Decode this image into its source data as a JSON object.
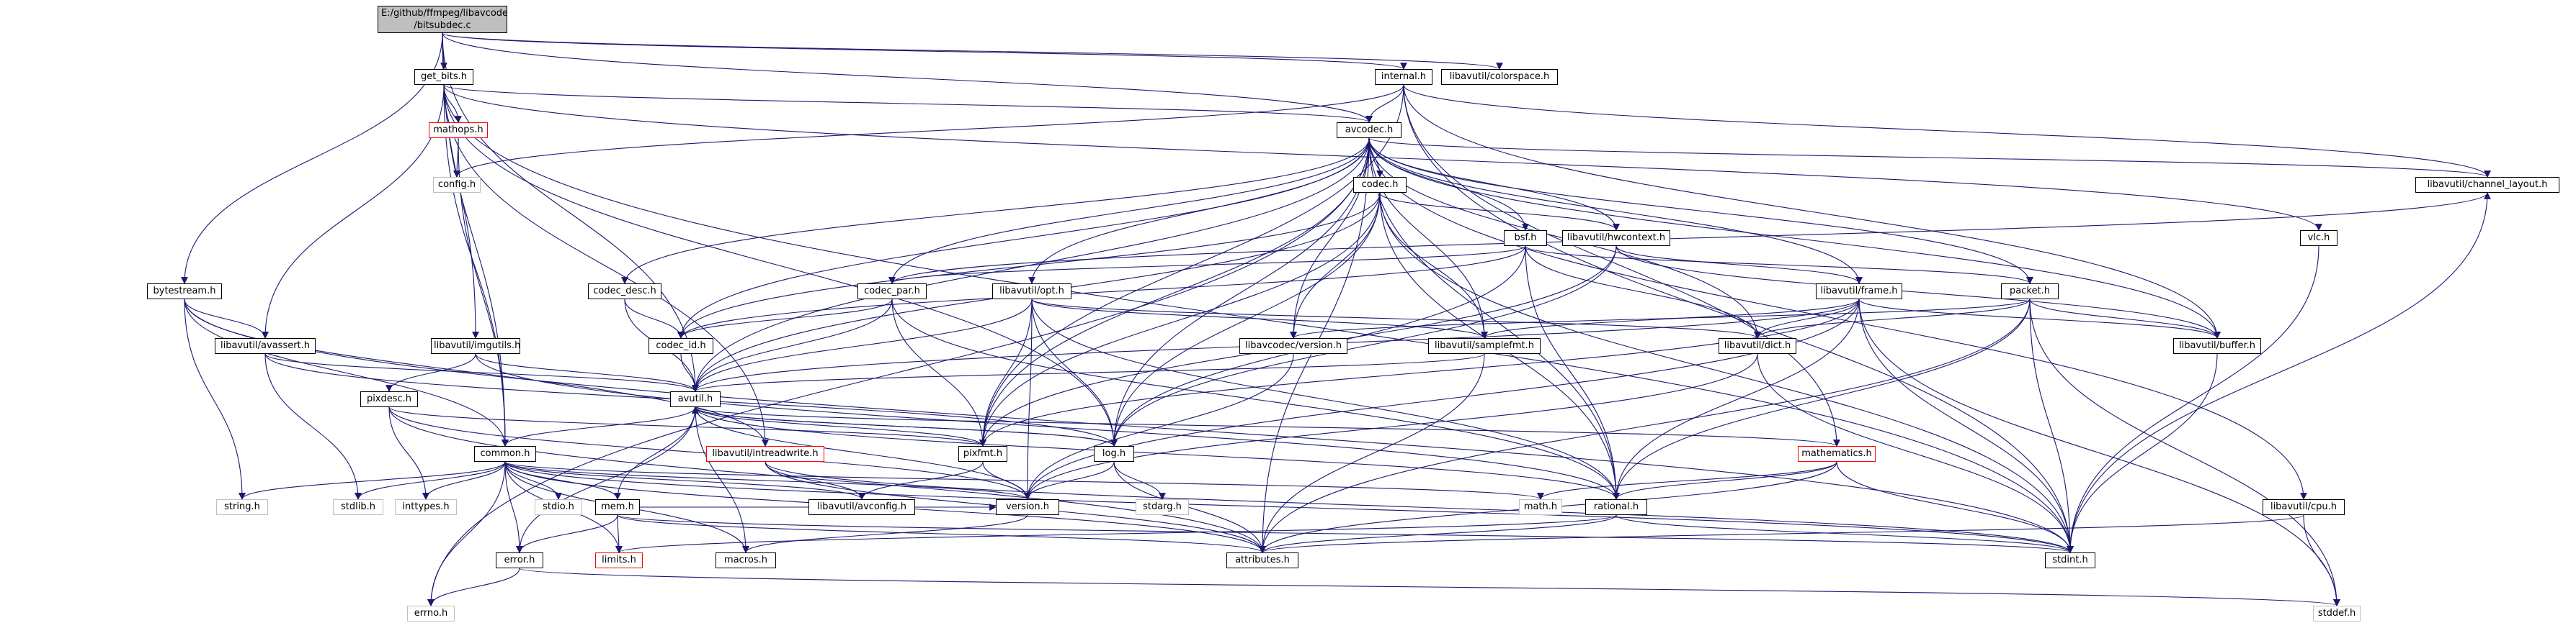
{
  "graph": {
    "nodes": {
      "root": "E:/github/ffmpeg/libavcodec\n/bitsubdec.c",
      "get_bits": "get_bits.h",
      "internal": "internal.h",
      "colorspace": "libavutil/colorspace.h",
      "mathops": "mathops.h",
      "config": "config.h",
      "avcodec": "avcodec.h",
      "codec": "codec.h",
      "bsf": "bsf.h",
      "hwcontext": "libavutil/hwcontext.h",
      "codec_desc": "codec_desc.h",
      "codec_par": "codec_par.h",
      "opt": "libavutil/opt.h",
      "frame": "libavutil/frame.h",
      "packet": "packet.h",
      "vlc": "vlc.h",
      "channel_layout": "libavutil/channel_layout.h",
      "bytestream": "bytestream.h",
      "avassert": "libavutil/avassert.h",
      "imgutils": "libavutil/imgutils.h",
      "codec_id": "codec_id.h",
      "avcodec_version": "libavcodec/version.h",
      "samplefmt": "libavutil/samplefmt.h",
      "dict": "libavutil/dict.h",
      "buffer": "libavutil/buffer.h",
      "pixdesc": "pixdesc.h",
      "avutil": "avutil.h",
      "common": "common.h",
      "intreadwrite": "libavutil/intreadwrite.h",
      "pixfmt": "pixfmt.h",
      "log": "log.h",
      "mathematics": "mathematics.h",
      "cpu": "libavutil/cpu.h",
      "string": "string.h",
      "stdlib": "stdlib.h",
      "inttypes": "inttypes.h",
      "stdio": "stdio.h",
      "mem": "mem.h",
      "avconfig": "libavutil/avconfig.h",
      "version": "version.h",
      "stdarg": "stdarg.h",
      "math": "math.h",
      "rational": "rational.h",
      "error": "error.h",
      "limits": "limits.h",
      "macros": "macros.h",
      "attributes": "attributes.h",
      "stdint": "stdint.h",
      "errno": "errno.h",
      "stddef": "stddef.h"
    },
    "styles": {
      "node_border": "#000000",
      "external_border": "#bfbfbf",
      "truncated_border": "#ff0000",
      "root_fill": "#bfbfbf",
      "edge_color": "#191970"
    }
  }
}
